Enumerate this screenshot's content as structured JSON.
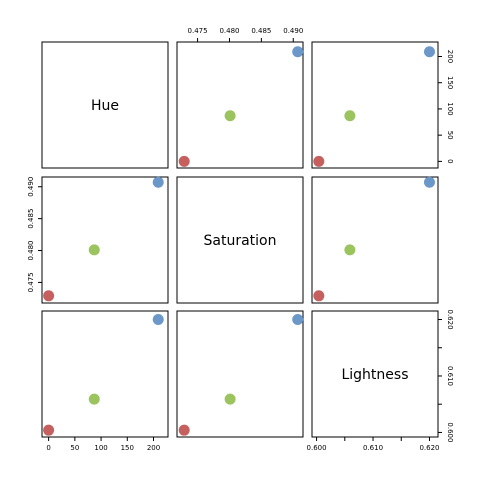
{
  "chart_data": {
    "type": "scatter",
    "variables": [
      "Hue",
      "Saturation",
      "Lightness"
    ],
    "observations": [
      {
        "Hue": 0,
        "Saturation": 0.4729,
        "Lightness": 0.6004,
        "color": "#c5605e"
      },
      {
        "Hue": 87,
        "Saturation": 0.4801,
        "Lightness": 0.6059,
        "color": "#9bc45e"
      },
      {
        "Hue": 209,
        "Saturation": 0.4907,
        "Lightness": 0.62,
        "color": "#6c97c9"
      }
    ],
    "axes": {
      "Hue": {
        "range": [
          -5,
          220
        ],
        "ticks": [
          0,
          50,
          100,
          150,
          200
        ],
        "tick_labels": [
          "0",
          "50",
          "100",
          "150",
          "200"
        ]
      },
      "Saturation": {
        "range": [
          0.4724,
          0.4909
        ],
        "ticks": [
          0.475,
          0.48,
          0.485,
          0.49
        ],
        "tick_labels": [
          "0.475",
          "0.480",
          "0.485",
          "0.490"
        ]
      },
      "Lightness": {
        "range": [
          0.5999,
          0.6208
        ],
        "ticks": [
          0.6,
          0.605,
          0.61,
          0.615,
          0.62
        ],
        "tick_labels": [
          "0.600",
          "",
          "0.610",
          "",
          "0.620"
        ]
      }
    },
    "grid": false,
    "legend": "none"
  }
}
